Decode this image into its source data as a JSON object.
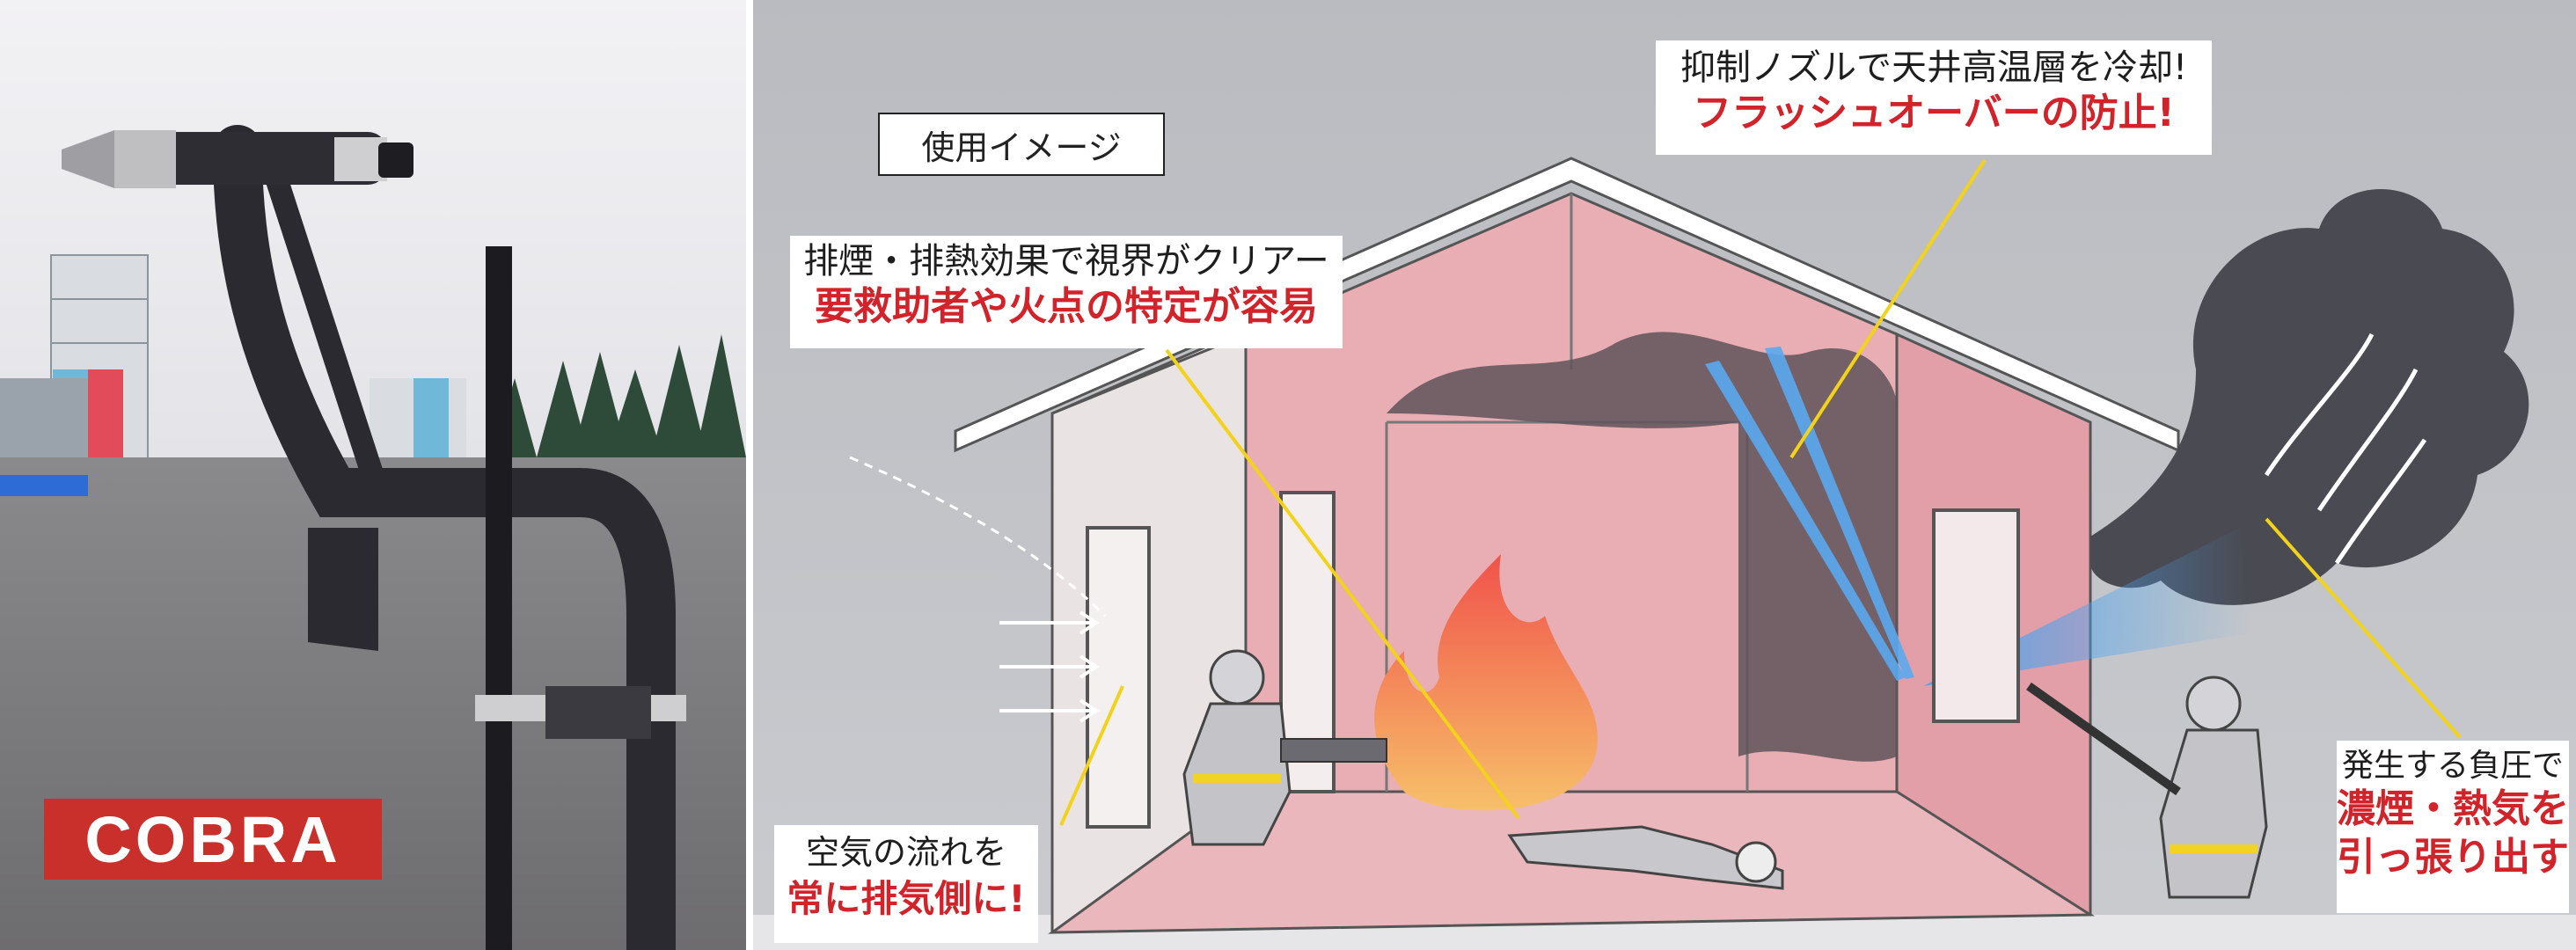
{
  "left_panel": {
    "label": "COBRA"
  },
  "right_panel": {
    "usage_label": "使用イメージ",
    "callouts": {
      "ceiling": {
        "line1": "抑制ノズルで天井高温層を冷却!",
        "line2": "フラッシュオーバーの防止!"
      },
      "exhaust": {
        "line1": "排煙・排熱効果で視界がクリアー",
        "line2": "要救助者や火点の特定が容易"
      },
      "airflow": {
        "line1": "空気の流れを",
        "line2": "常に排気側に!"
      },
      "negative_pressure": {
        "line1": "発生する負圧で",
        "line2": "濃煙・熱気を",
        "line3": "引っ張り出す"
      }
    }
  },
  "colors": {
    "accent_red": "#d2232a",
    "leader_yellow": "#f2d21b",
    "smoke": "#4a4a52",
    "room_pink": "#e8aeb4"
  }
}
